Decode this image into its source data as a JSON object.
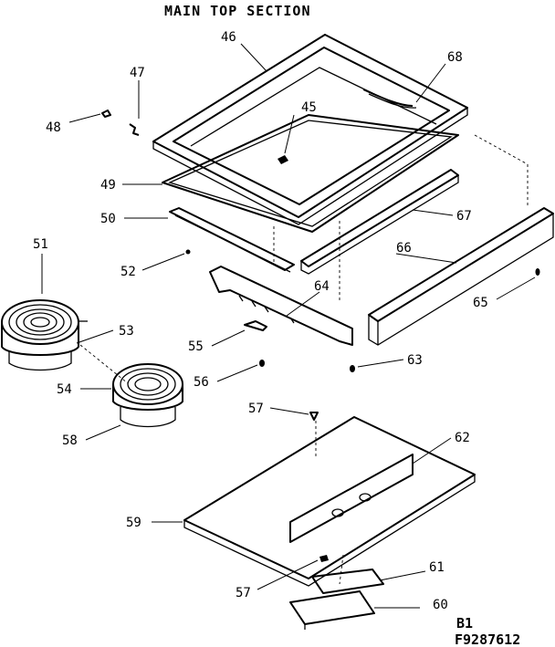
{
  "title": "MAIN TOP SECTION",
  "footer": {
    "line1": "B1",
    "line2": "F9287612"
  },
  "callouts": [
    {
      "id": "46",
      "text": "46"
    },
    {
      "id": "47",
      "text": "47"
    },
    {
      "id": "68",
      "text": "68"
    },
    {
      "id": "45",
      "text": "45"
    },
    {
      "id": "48",
      "text": "48"
    },
    {
      "id": "49",
      "text": "49"
    },
    {
      "id": "50",
      "text": "50"
    },
    {
      "id": "67",
      "text": "67"
    },
    {
      "id": "51",
      "text": "51"
    },
    {
      "id": "66",
      "text": "66"
    },
    {
      "id": "52",
      "text": "52"
    },
    {
      "id": "64",
      "text": "64"
    },
    {
      "id": "65",
      "text": "65"
    },
    {
      "id": "53",
      "text": "53"
    },
    {
      "id": "55",
      "text": "55"
    },
    {
      "id": "63",
      "text": "63"
    },
    {
      "id": "54",
      "text": "54"
    },
    {
      "id": "56",
      "text": "56"
    },
    {
      "id": "57a",
      "text": "57"
    },
    {
      "id": "58",
      "text": "58"
    },
    {
      "id": "62",
      "text": "62"
    },
    {
      "id": "59",
      "text": "59"
    },
    {
      "id": "61",
      "text": "61"
    },
    {
      "id": "57b",
      "text": "57"
    },
    {
      "id": "60",
      "text": "60"
    }
  ]
}
